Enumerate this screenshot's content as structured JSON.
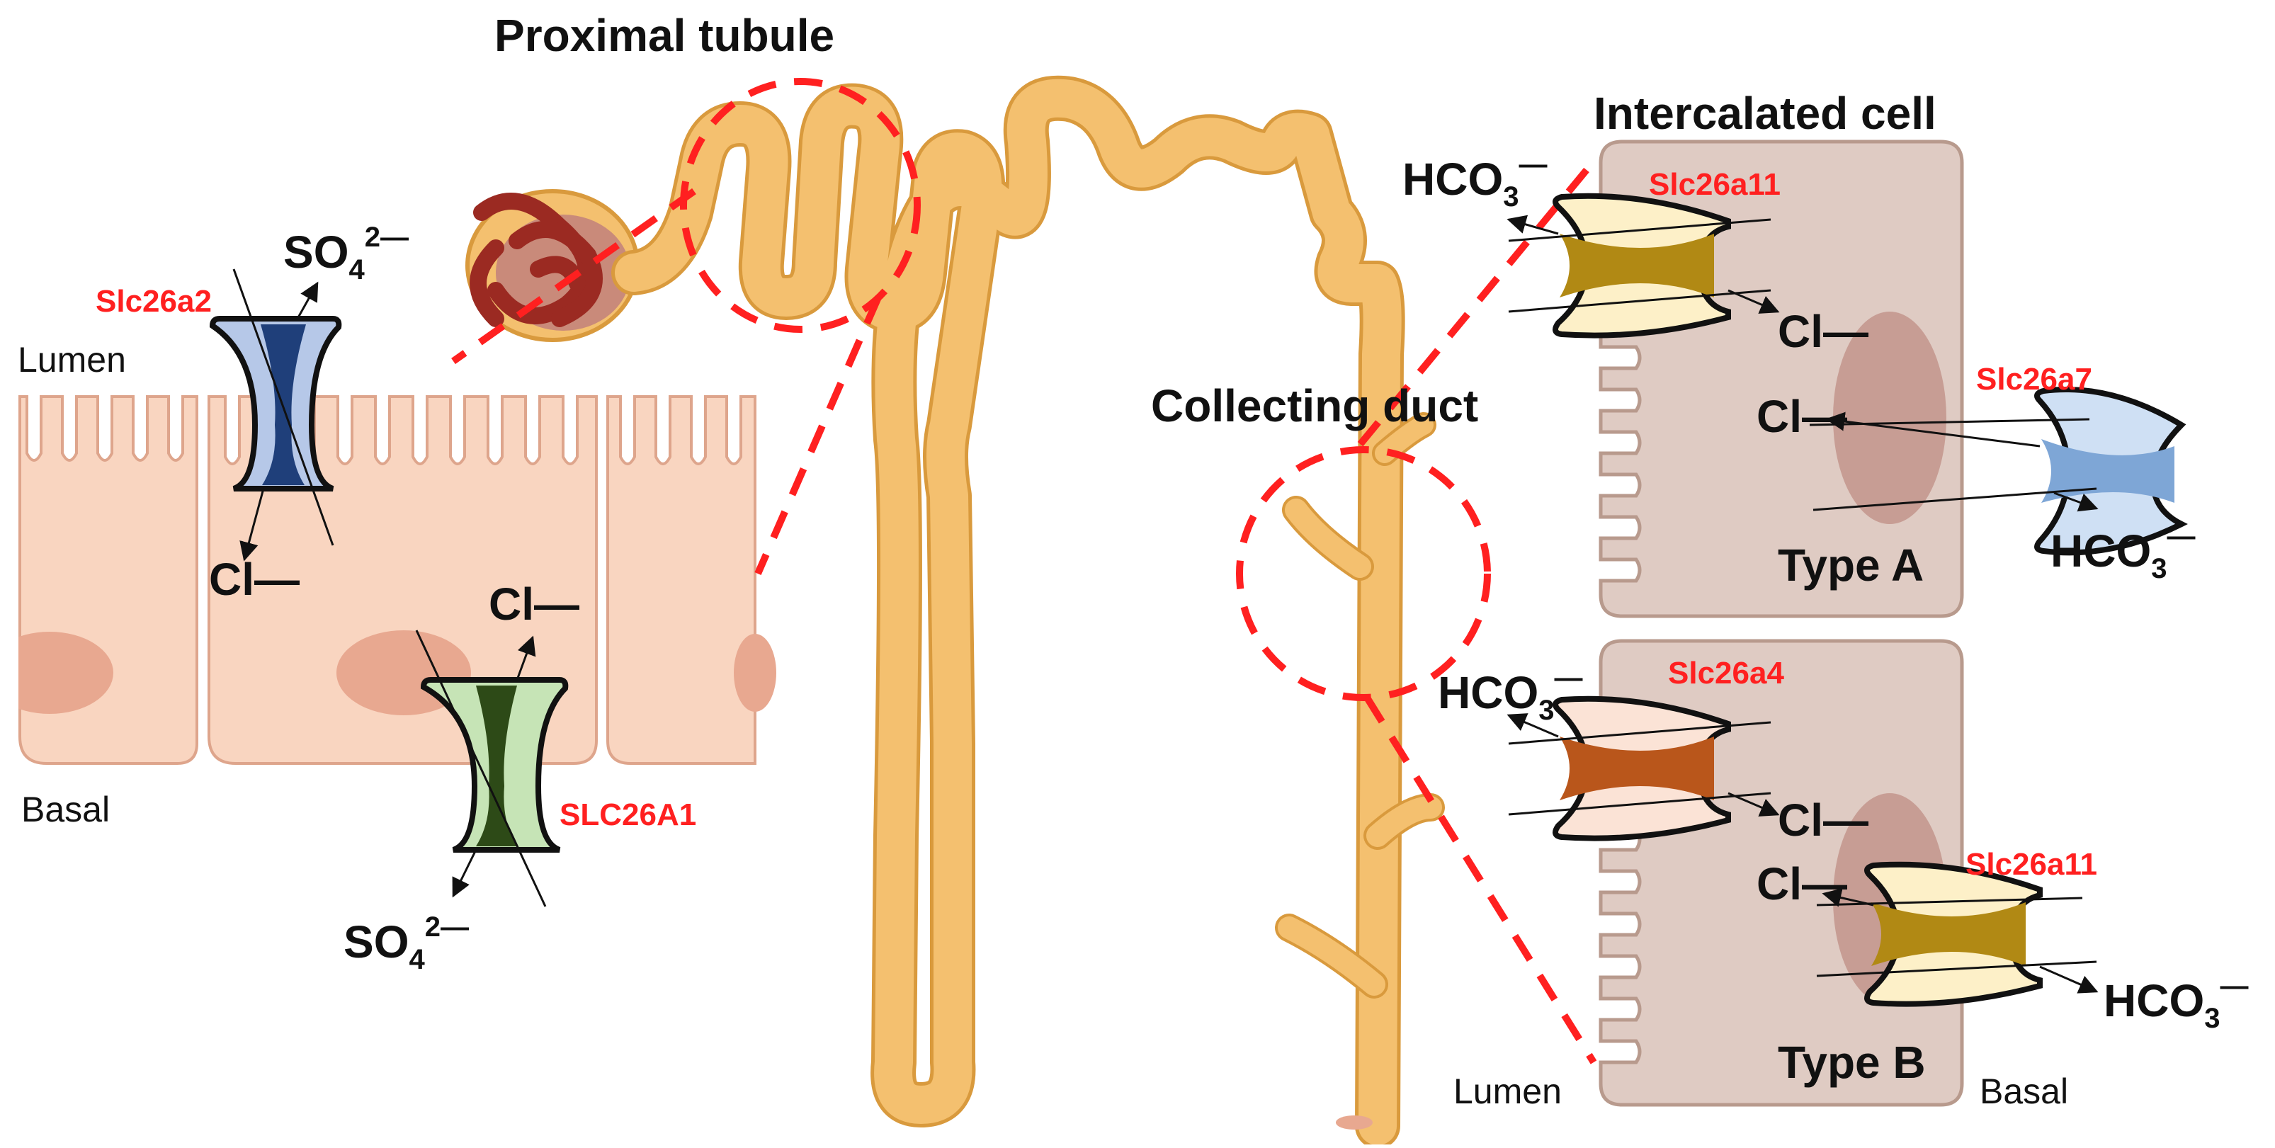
{
  "titles": {
    "proximal_tubule": "Proximal tubule",
    "intercalated_cell": "Intercalated cell",
    "collecting_duct": "Collecting duct"
  },
  "left_panel": {
    "lumen": "Lumen",
    "basal": "Basal",
    "transporter_apical": {
      "name": "Slc26a2",
      "ion_out": "SO",
      "ion_out_sub": "4",
      "ion_out_sup": "2—",
      "ion_in": "Cl—"
    },
    "transporter_basal": {
      "name": "SLC26A1",
      "ion_in": "Cl—",
      "ion_out": "SO",
      "ion_out_sub": "4",
      "ion_out_sup": "2—"
    }
  },
  "right_panel": {
    "lumen": "Lumen",
    "basal": "Basal",
    "type_a": {
      "label": "Type A",
      "apical": {
        "name": "Slc26a11",
        "ion_a": "HCO",
        "ion_a_sub": "3",
        "ion_a_sup": "—",
        "ion_b": "Cl—"
      },
      "basal": {
        "name": "Slc26a7",
        "ion_a": "Cl—",
        "ion_b": "HCO",
        "ion_b_sub": "3",
        "ion_b_sup": "—"
      }
    },
    "type_b": {
      "label": "Type B",
      "apical": {
        "name": "Slc26a4",
        "ion_a": "HCO",
        "ion_a_sub": "3",
        "ion_a_sup": "—",
        "ion_b": "Cl—"
      },
      "basal": {
        "name": "Slc26a11",
        "ion_a": "Cl—",
        "ion_b": "HCO",
        "ion_b_sub": "3",
        "ion_b_sup": "—"
      }
    }
  },
  "colors": {
    "tubule": "#f4c06f",
    "tubule_edge": "#d99a3d",
    "epithelium": "#f9d5c0",
    "epithelium_edge": "#dea58c",
    "intercalated": "#dfcbc3",
    "intercalated_edge": "#b89a8d",
    "annotation_red": "#ff2020",
    "slc26a2": "#1f3f7a",
    "slc26a1": "#2d4a17",
    "slc26a11": "#b18914",
    "slc26a7": "#7ea6d6",
    "slc26a4": "#b9561b"
  }
}
